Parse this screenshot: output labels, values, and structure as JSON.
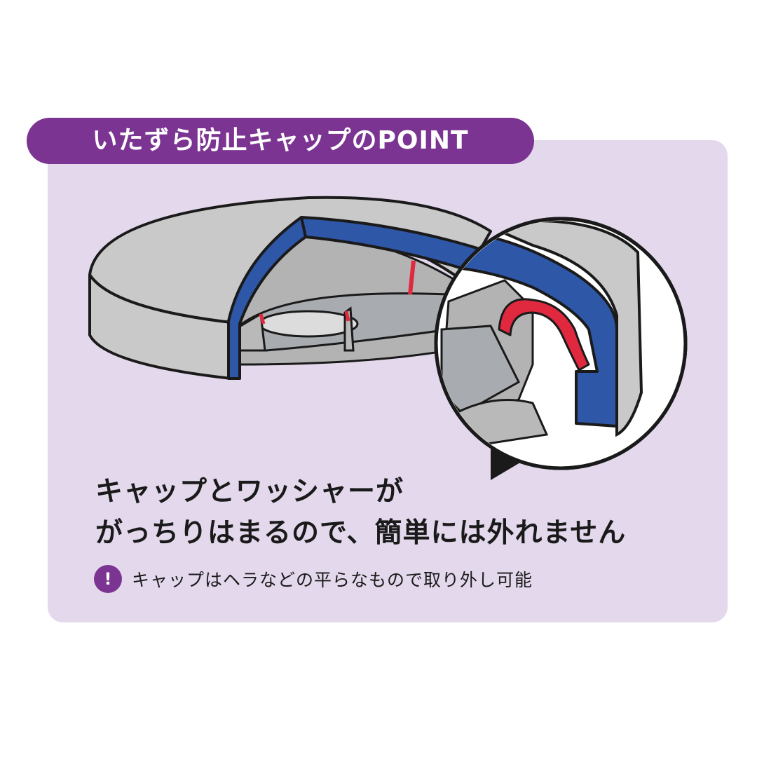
{
  "title": "いたずら防止キャップのPOINT",
  "headline": {
    "line1": "キャップとワッシャーが",
    "line2": "がっちりはまるので、簡単には外れません"
  },
  "note": {
    "icon": "exclamation-icon",
    "icon_glyph": "!",
    "text": "キャップはヘラなどの平らなもので取り外し可能"
  },
  "colors": {
    "panel_bg": "#e3d8ec",
    "accent_purple": "#7b3491",
    "cap_blue": "#2e57a8",
    "washer_red": "#e0283f",
    "body_gray": "#c9c9c9"
  }
}
